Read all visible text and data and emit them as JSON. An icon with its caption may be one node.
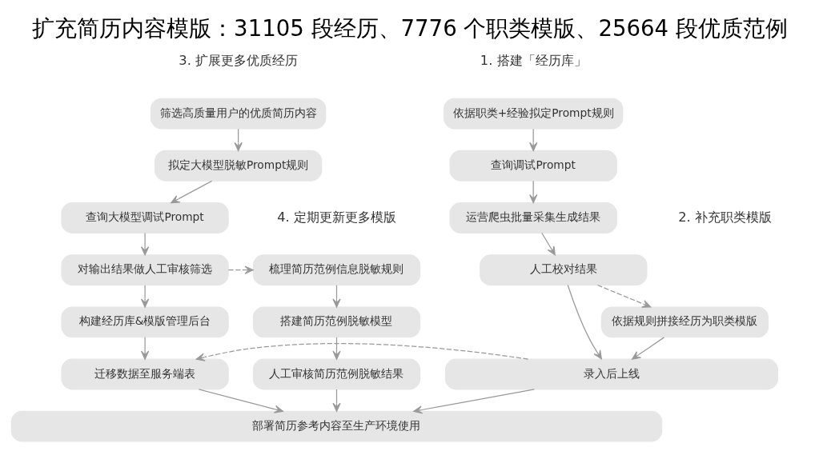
{
  "diagram": {
    "title": "扩充简历内容模版：31105 段经历、7776 个职类模版、25664 段优质范例",
    "nodes": [
      {
        "text": [
          "依据职类+经验拟定Prompt规则"
        ]
      },
      {
        "text": [
          "查询调试Prompt"
        ]
      },
      {
        "text": [
          "运营爬虫批量采集生成结果"
        ]
      },
      {
        "text": [
          "人工校对结果"
        ]
      },
      {
        "text": [
          "依据规则拼接经历为职类模版"
        ]
      },
      {
        "text": [
          "录入后上线"
        ]
      },
      {
        "text": [
          "筛选高质量用户的优质简历内容"
        ]
      },
      {
        "text": [
          "拟定大模型脱敏Prompt规则"
        ]
      },
      {
        "text": [
          "查询大模型调试Prompt"
        ]
      },
      {
        "text": [
          "对输出结果做人工审核筛选"
        ]
      },
      {
        "text": [
          "构建经历库&模版管理后台"
        ]
      },
      {
        "text": [
          "迁移数据至服务端表"
        ]
      },
      {
        "text": [
          "梳理简历范例信息脱敏规则"
        ]
      },
      {
        "text": [
          "搭建简历范例脱敏模型"
        ]
      },
      {
        "text": [
          "人工审核简历范例脱敏结果"
        ]
      },
      {
        "text": [
          "部署简历参考内容至生产环境使用"
        ]
      }
    ],
    "edges": [
      {
        "from": 0,
        "to": 1,
        "arrow": "to"
      },
      {
        "from": 1,
        "to": 2,
        "arrow": "to"
      },
      {
        "from": 2,
        "to": 3,
        "arrow": "to"
      },
      {
        "from": 3,
        "to": 4,
        "arrow": "to",
        "style": "dashed"
      },
      {
        "from": 3,
        "to": 5,
        "arrow": "to"
      },
      {
        "from": 4,
        "to": 5,
        "arrow": "to"
      },
      {
        "from": 5,
        "to": 11,
        "arrow": "to",
        "style": "dashed"
      },
      {
        "from": 6,
        "to": 7,
        "arrow": "to"
      },
      {
        "from": 7,
        "to": 8,
        "arrow": "to"
      },
      {
        "from": 8,
        "to": 9,
        "arrow": "to"
      },
      {
        "from": 9,
        "to": 10,
        "arrow": "to"
      },
      {
        "from": 10,
        "to": 11,
        "arrow": "to"
      },
      {
        "from": 9,
        "to": 12,
        "arrow": "to",
        "style": "dashed"
      },
      {
        "from": 12,
        "to": 13,
        "arrow": "to"
      },
      {
        "from": 13,
        "to": 14,
        "arrow": "to"
      },
      {
        "from": 5,
        "to": 15,
        "arrow": "to"
      },
      {
        "from": 11,
        "to": 15,
        "arrow": "to"
      },
      {
        "from": 14,
        "to": 15,
        "arrow": "to"
      }
    ],
    "labels": [
      "1. 搭建「经历库」",
      "3. 扩展更多优质经历",
      "4. 定期更新更多模版",
      "2. 补充职类模版"
    ]
  }
}
